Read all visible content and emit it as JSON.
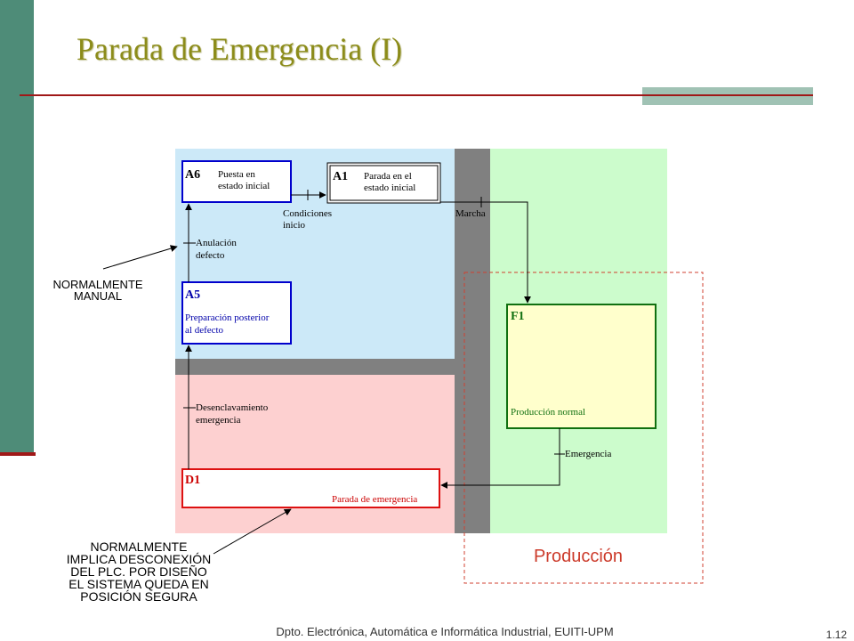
{
  "slide": {
    "title": "Parada de Emergencia (I)",
    "footer": "Dpto. Electrónica, Automática e Informática Industrial, EUITI-UPM",
    "page_number": "1.12"
  },
  "colors": {
    "left_bar": "#4e8c78",
    "title": "#8c8c1a",
    "rule": "#a01818",
    "zone_blue": "#cce9f8",
    "zone_pink": "#fdd0d0",
    "zone_green": "#ccfccc",
    "zone_gray": "#808080",
    "box_blue": "#0000cc",
    "box_green": "#107010",
    "box_red": "#dd1111",
    "f1_fill": "#ffffcc",
    "production_text": "#cc3a2a"
  },
  "diagram": {
    "steps": {
      "a6": {
        "label": "A6",
        "text": [
          "Puesta en",
          "estado inicial"
        ]
      },
      "a1": {
        "label": "A1",
        "text": [
          "Parada en el",
          "estado inicial"
        ]
      },
      "a5": {
        "label": "A5",
        "text": [
          "Preparación posterior",
          "al defecto"
        ]
      },
      "f1": {
        "label": "F1",
        "text": [
          "Producción normal"
        ]
      },
      "d1": {
        "label": "D1",
        "text": [
          "Parada de emergencia"
        ]
      }
    },
    "transitions": {
      "condiciones": [
        "Condiciones",
        "inicio"
      ],
      "marcha": [
        "Marcha"
      ],
      "anulacion": [
        "Anulación",
        "defecto"
      ],
      "desenclavamiento": [
        "Desenclavamiento",
        "emergencia"
      ],
      "emergencia": [
        "Emergencia"
      ]
    }
  },
  "notes": {
    "manual": [
      "NORMALMENTE",
      "MANUAL"
    ],
    "plc": [
      "NORMALMENTE",
      "IMPLICA DESCONEXIÓN",
      "DEL PLC. POR DISEÑO",
      "EL SISTEMA QUEDA EN",
      "POSICIÓN SEGURA"
    ]
  },
  "production_label": "Producción"
}
